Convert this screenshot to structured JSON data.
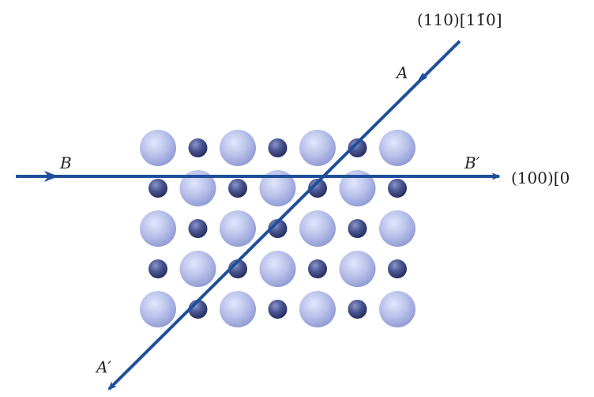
{
  "diagram": {
    "labels": {
      "A": "A",
      "A_prime": "A′",
      "B": "B",
      "B_prime": "B′",
      "slip_110_plane": "(110)",
      "slip_110_dir": "[1",
      "slip_110_dir_bar": "1̄",
      "slip_110_dir_end": "0]",
      "slip_100": "(100)[0"
    },
    "lattice": {
      "rows": [
        [
          "large",
          "small",
          "large",
          "small",
          "large",
          "small",
          "large"
        ],
        [
          "small",
          "large",
          "small",
          "large",
          "small",
          "large",
          "small"
        ],
        [
          "large",
          "small",
          "large",
          "small",
          "large",
          "small",
          "large"
        ],
        [
          "small",
          "large",
          "small",
          "large",
          "small",
          "large",
          "small"
        ],
        [
          "large",
          "small",
          "large",
          "small",
          "large",
          "small",
          "large"
        ]
      ]
    },
    "colors": {
      "line": "#1f4f9a",
      "large_atom": "#b4bde8",
      "small_atom": "#3b4680"
    }
  }
}
